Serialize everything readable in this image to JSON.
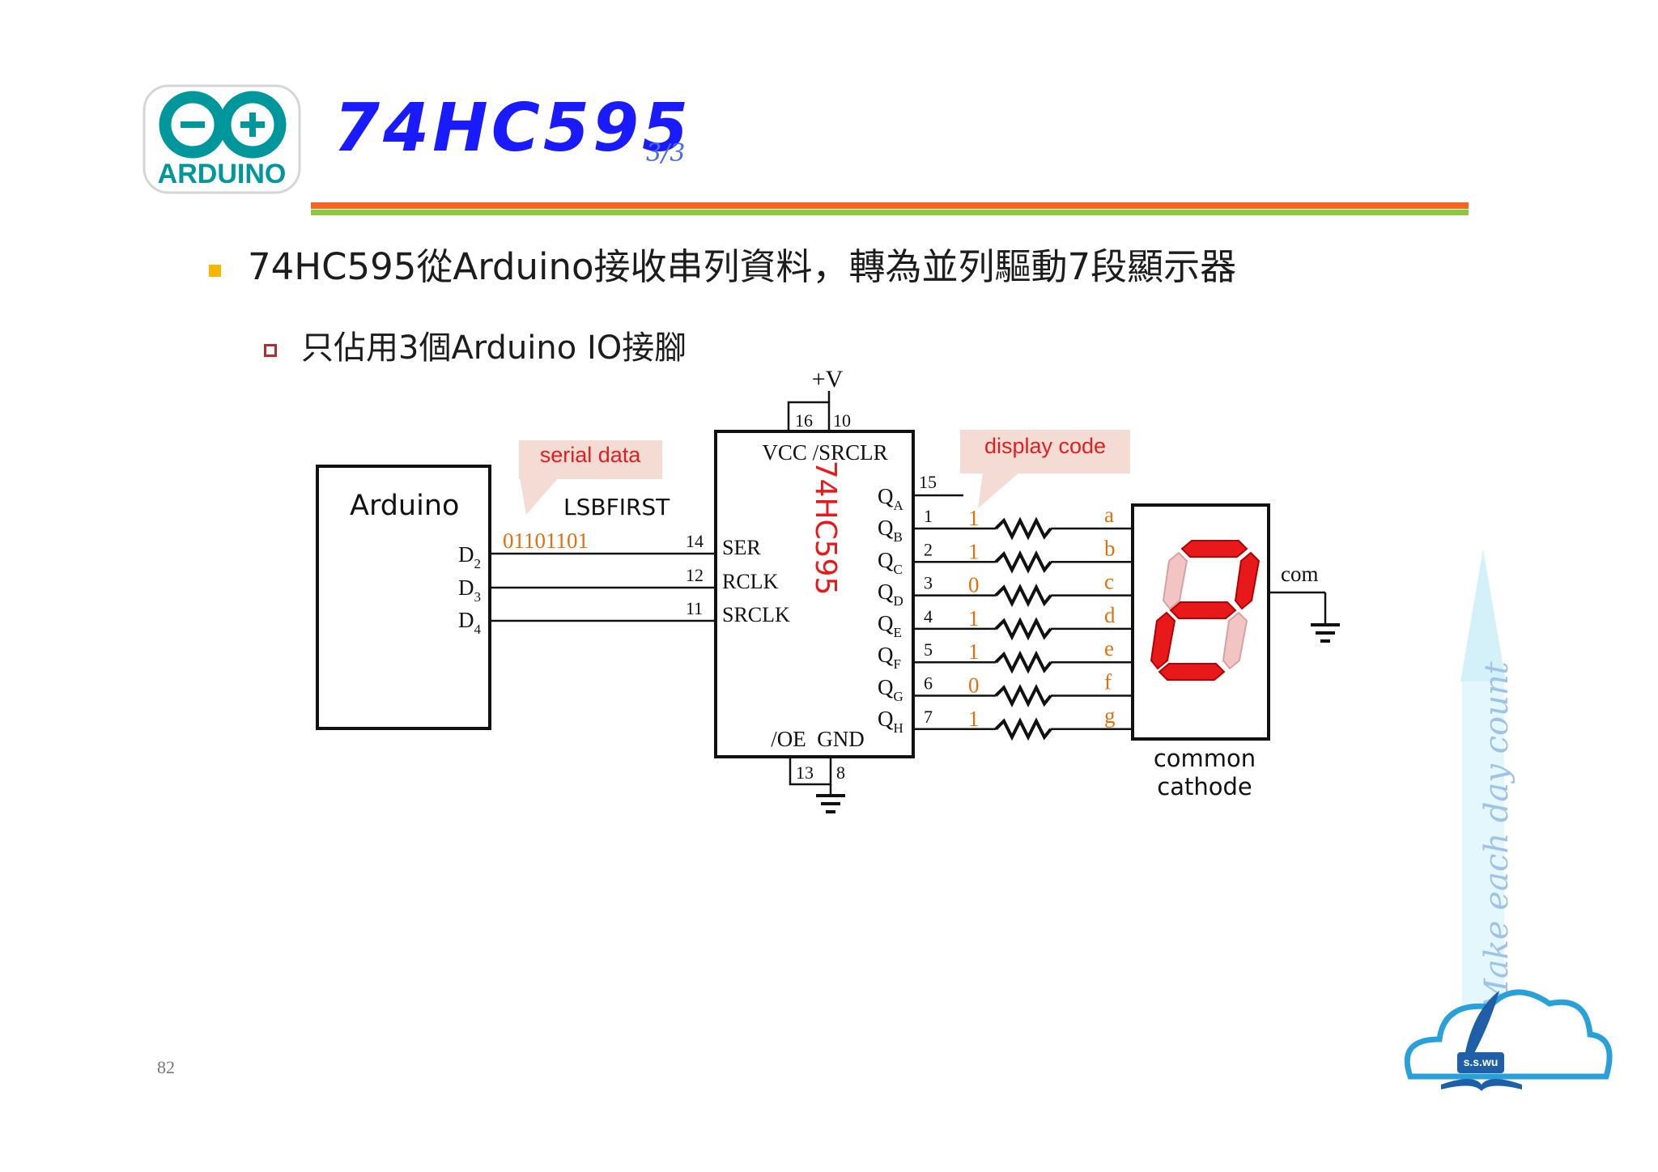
{
  "header": {
    "logo_text": "ARDUINO",
    "title": "74HC595",
    "page_fraction": "3/3"
  },
  "bullets": {
    "main": "74HC595從Arduino接收串列資料，轉為並列驅動7段顯示器",
    "sub": "只佔用3個Arduino IO接腳"
  },
  "diagram": {
    "supply": "+V",
    "chip": {
      "label": "74HC595",
      "top_label": "VCC /SRCLR",
      "bottom_label": "/OE  GND",
      "pin_vcc": "16",
      "pin_srclr": "10",
      "pin_oe": "13",
      "pin_gnd": "8",
      "pin_qa": "15",
      "inputs": [
        {
          "pin": "14",
          "name": "SER"
        },
        {
          "pin": "12",
          "name": "RCLK"
        },
        {
          "pin": "11",
          "name": "SRCLK"
        }
      ],
      "outputs": [
        {
          "q": "Q",
          "sub": "A"
        },
        {
          "q": "Q",
          "sub": "B"
        },
        {
          "q": "Q",
          "sub": "C"
        },
        {
          "q": "Q",
          "sub": "D"
        },
        {
          "q": "Q",
          "sub": "E"
        },
        {
          "q": "Q",
          "sub": "F"
        },
        {
          "q": "Q",
          "sub": "G"
        },
        {
          "q": "Q",
          "sub": "H"
        }
      ]
    },
    "arduino": {
      "label": "Arduino",
      "pins": [
        {
          "d": "D",
          "sub": "2"
        },
        {
          "d": "D",
          "sub": "3"
        },
        {
          "d": "D",
          "sub": "4"
        }
      ]
    },
    "serial_callout": "serial data",
    "lsbfirst": "LSBFIRST",
    "serial_bits": "01101101",
    "display_callout": "display code",
    "lines": [
      {
        "pin": "1",
        "bit": "1",
        "segment": "a"
      },
      {
        "pin": "2",
        "bit": "1",
        "segment": "b"
      },
      {
        "pin": "3",
        "bit": "0",
        "segment": "c"
      },
      {
        "pin": "4",
        "bit": "1",
        "segment": "d"
      },
      {
        "pin": "5",
        "bit": "1",
        "segment": "e"
      },
      {
        "pin": "6",
        "bit": "0",
        "segment": "f"
      },
      {
        "pin": "7",
        "bit": "1",
        "segment": "g"
      }
    ],
    "com_label": "com",
    "display_label_1": "common",
    "display_label_2": "cathode"
  },
  "footer": {
    "page_number": "82",
    "side_text": "Make each day count",
    "brand_text": "s.s.wu"
  },
  "colors": {
    "title_blue": "#1a1aff",
    "bar_orange": "#f26522",
    "bar_green": "#8dc63f",
    "bullet_yellow": "#f7b500",
    "sub_bullet": "#b03030",
    "callout_bg": "#f4dcd4",
    "callout_text": "#e02020",
    "bits_orange": "#e07010",
    "segment_on": "#e8191a",
    "segment_off": "#f3c4c4",
    "arduino_teal": "#00979c"
  }
}
